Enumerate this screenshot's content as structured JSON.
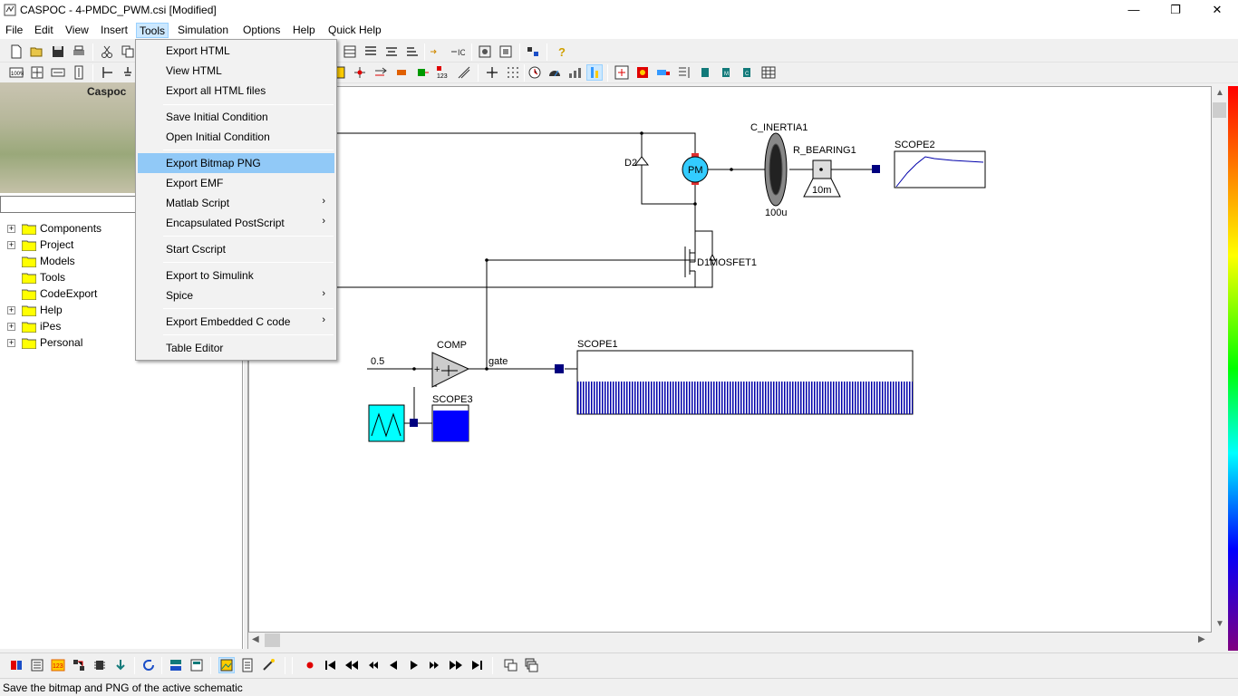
{
  "window": {
    "title": "CASPOC - 4-PMDC_PWM.csi [Modified]",
    "minimize": "—",
    "maximize": "❐",
    "close": "✕"
  },
  "menubar": {
    "items": [
      "File",
      "Edit",
      "View",
      "Insert",
      "Tools",
      "Simulation",
      "Options",
      "Help",
      "Quick Help"
    ],
    "active": "Tools"
  },
  "left_panel": {
    "banner_text": "Caspoc",
    "search_value": "",
    "tree": [
      {
        "label": "Components",
        "expandable": true
      },
      {
        "label": "Project",
        "expandable": true
      },
      {
        "label": "Models",
        "expandable": false
      },
      {
        "label": "Tools",
        "expandable": false
      },
      {
        "label": "CodeExport",
        "expandable": false
      },
      {
        "label": "Help",
        "expandable": true
      },
      {
        "label": "iPes",
        "expandable": true
      },
      {
        "label": "Personal",
        "expandable": true
      }
    ]
  },
  "tools_menu": {
    "items": [
      {
        "label": "Export HTML",
        "submenu": false
      },
      {
        "label": "View HTML",
        "submenu": false
      },
      {
        "label": "Export all HTML files",
        "submenu": false
      },
      {
        "label": "Save Initial Condition",
        "submenu": false
      },
      {
        "label": "Open Initial Condition",
        "submenu": false
      },
      {
        "label": "Export Bitmap PNG",
        "submenu": false,
        "highlighted": true
      },
      {
        "label": "Export EMF",
        "submenu": false
      },
      {
        "label": "Matlab Script",
        "submenu": true
      },
      {
        "label": "Encapsulated PostScript",
        "submenu": true
      },
      {
        "label": "Start Cscript",
        "submenu": false
      },
      {
        "label": "Export to Simulink",
        "submenu": false
      },
      {
        "label": "Spice",
        "submenu": true
      },
      {
        "label": "Export Embedded C code",
        "submenu": true
      },
      {
        "label": "Table Editor",
        "submenu": false
      }
    ],
    "submenu_arrow": "›"
  },
  "schematic": {
    "labels": {
      "inertia": "C_INERTIA1",
      "inertia_value": "100u",
      "bearing": "R_BEARING1",
      "bearing_value": "10m",
      "scope2": "SCOPE2",
      "diode_d2": "D2",
      "motor": "PM",
      "mosfet": "D1MOSFET1",
      "comparator": "COMP",
      "constant": "0.5",
      "gate": "gate",
      "scope1": "SCOPE1",
      "scope3": "SCOPE3",
      "comp_plus": "+",
      "comp_minus": "-"
    },
    "colors": {
      "wire": "#000000",
      "scope_trace": "#0000aa",
      "node_marker": "#00007f",
      "motor_fill": "#33ccff",
      "triangle_source": "#00ffff",
      "scope3_fill": "#0000ff"
    }
  },
  "statusbar": {
    "text": "Save the bitmap and PNG of the active schematic"
  }
}
